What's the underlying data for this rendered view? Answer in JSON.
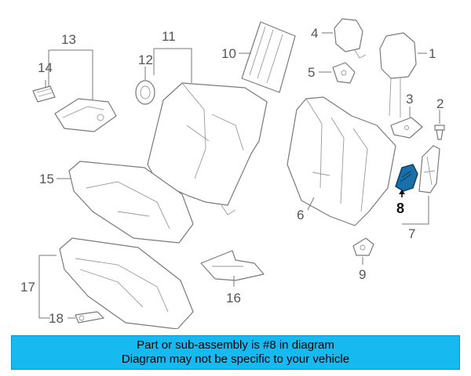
{
  "callouts": {
    "c1": "1",
    "c2": "2",
    "c3": "3",
    "c4": "4",
    "c5": "5",
    "c6": "6",
    "c7": "7",
    "c8": "8",
    "c9": "9",
    "c10": "10",
    "c11": "11",
    "c12": "12",
    "c13": "13",
    "c14": "14",
    "c15": "15",
    "c16": "16",
    "c17": "17",
    "c18": "18"
  },
  "highlighted_part": "8",
  "colors": {
    "highlight": "#1a6fa8",
    "banner": "#16b9f0"
  },
  "banner": {
    "line1": "Part or sub-assembly is #8 in diagram",
    "line2": "Diagram may not be specific to your vehicle"
  }
}
